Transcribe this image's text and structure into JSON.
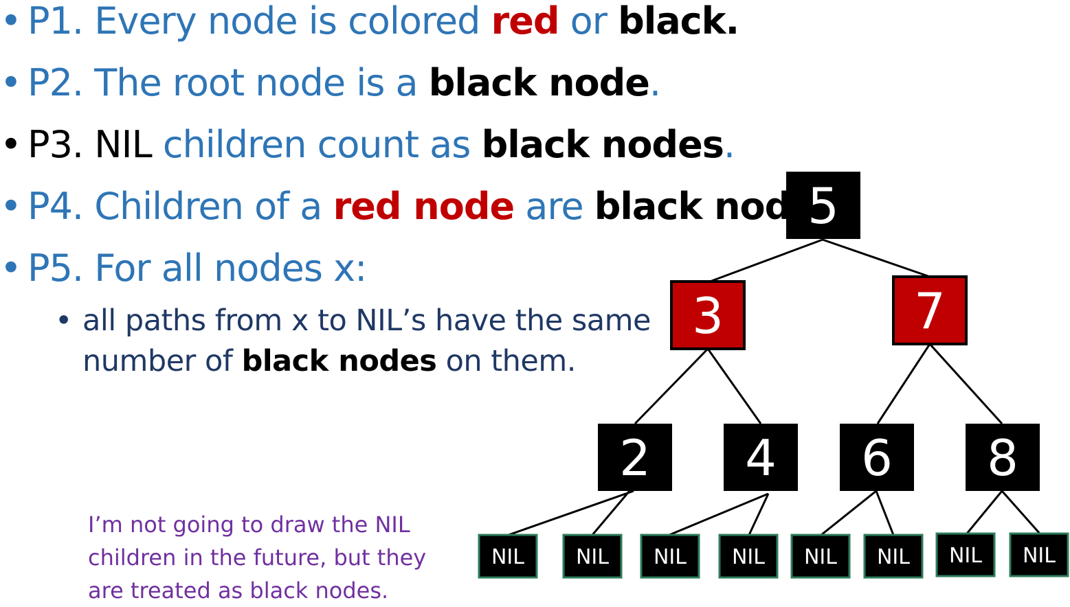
{
  "properties": {
    "p1": {
      "label": "P1. Every node is colored ",
      "red": "red",
      "or": " or ",
      "black": "black."
    },
    "p2": {
      "label": "P2. The root node is a ",
      "black": "black node",
      "end": "."
    },
    "p3": {
      "label": "P3. NIL",
      "mid": " children count as ",
      "black": "black nodes",
      "end": "."
    },
    "p4": {
      "label": "P4. Children of a ",
      "red": "red node",
      "mid": " are ",
      "black": "black nodes",
      "end": "."
    },
    "p5": {
      "label": "P5. For all nodes x:"
    },
    "p5_sub": {
      "line1": "all paths from x  to NIL’s have the same",
      "line2_pre": "number of ",
      "line2_bold": "black nodes",
      "line2_post": " on them."
    }
  },
  "bullet_char": "•",
  "note": {
    "line1": "I’m not going to draw the NIL",
    "line2": "children in the future, but they",
    "line3": "are treated as black nodes."
  },
  "tree": {
    "nodes": [
      {
        "id": "5",
        "label": "5",
        "color": "black"
      },
      {
        "id": "3",
        "label": "3",
        "color": "red"
      },
      {
        "id": "7",
        "label": "7",
        "color": "red"
      },
      {
        "id": "2",
        "label": "2",
        "color": "black"
      },
      {
        "id": "4",
        "label": "4",
        "color": "black"
      },
      {
        "id": "6",
        "label": "6",
        "color": "black"
      },
      {
        "id": "8",
        "label": "8",
        "color": "black"
      }
    ],
    "nil_label": "NIL",
    "colors": {
      "black": "#000000",
      "red": "#c00000",
      "nil_border": "#2e7d5b",
      "text_blue": "#2e75b6",
      "note_purple": "#7030a0"
    }
  }
}
